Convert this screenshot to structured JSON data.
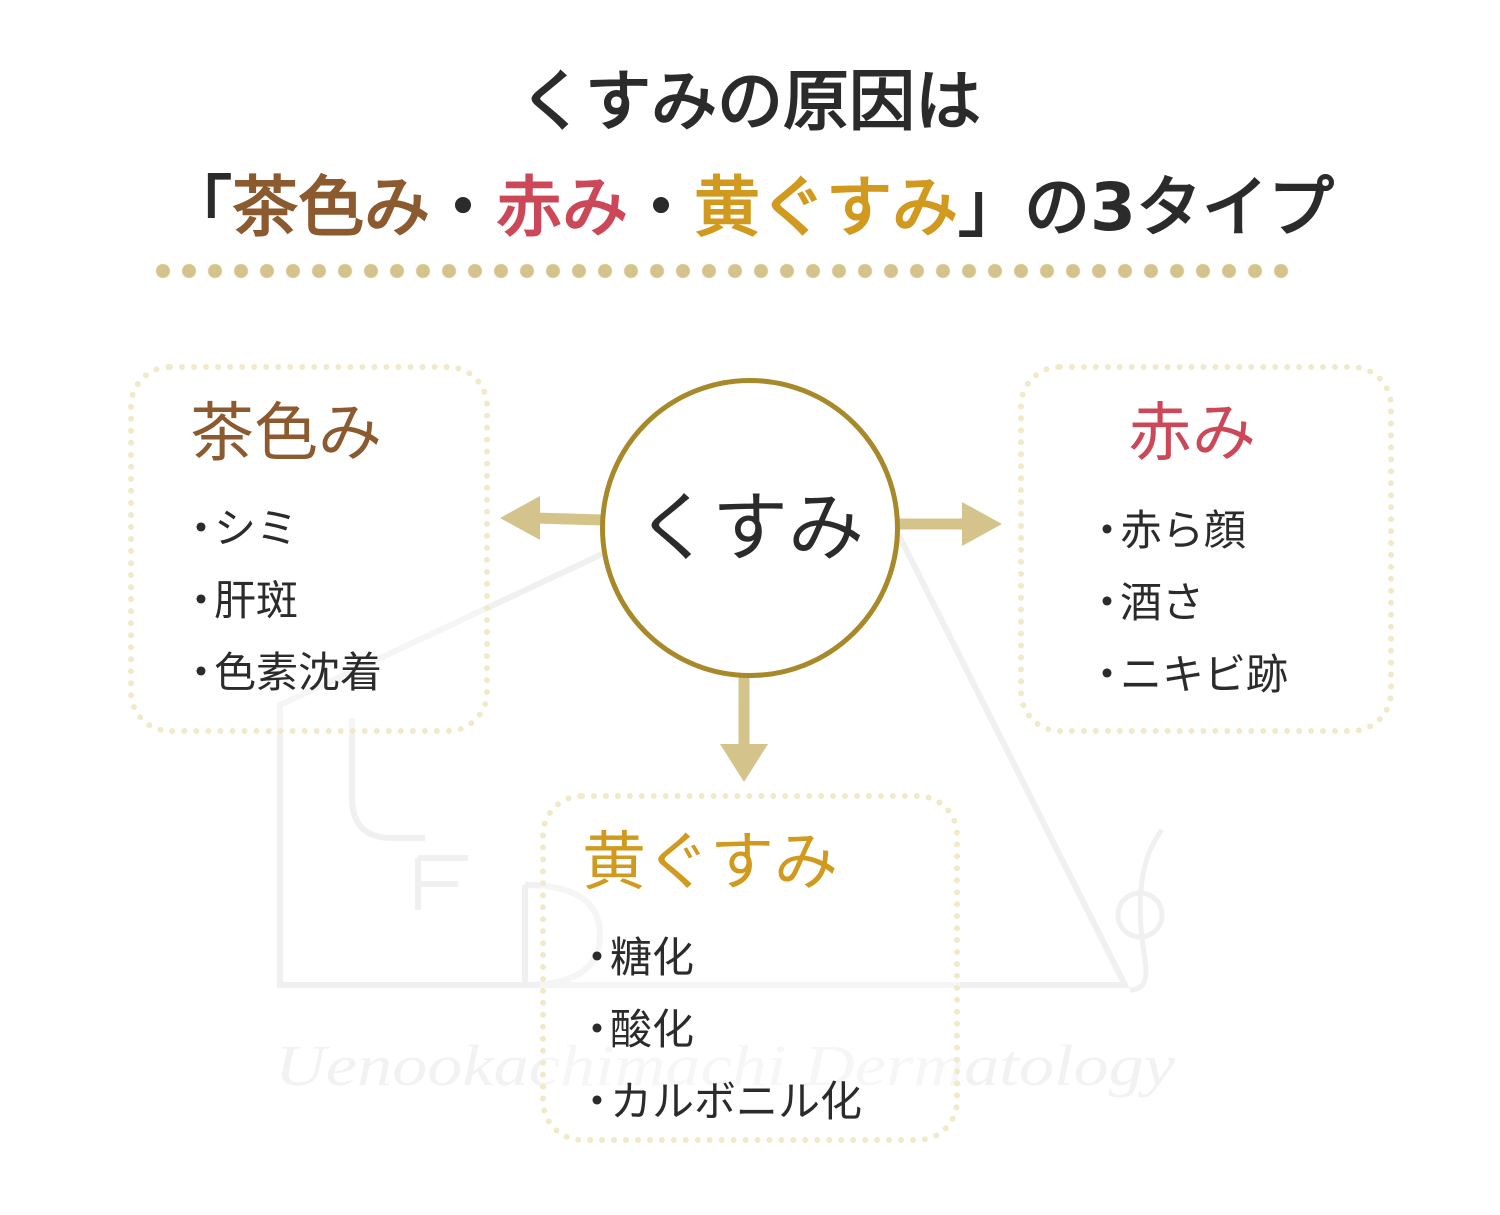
{
  "title": {
    "line1": "くすみの原因は",
    "open_bracket": "「",
    "type_brown": "茶色み",
    "sep1": "・",
    "type_red": "赤み",
    "sep2": "・",
    "type_yellow": "黄ぐすみ",
    "close_bracket": "」",
    "suffix": "の3タイプ"
  },
  "center": {
    "label": "くすみ"
  },
  "boxes": {
    "brown": {
      "heading": "茶色み",
      "items": [
        "シミ",
        "肝斑",
        "色素沈着"
      ]
    },
    "red": {
      "heading": "赤み",
      "items": [
        "赤ら顔",
        "酒さ",
        "ニキビ跡"
      ]
    },
    "yellow": {
      "heading": "黄ぐすみ",
      "items": [
        "糖化",
        "酸化",
        "カルボニル化"
      ]
    }
  },
  "bullet": "・",
  "watermark": {
    "text": "Uenookachimachi Dermatology",
    "letters": [
      "U",
      "F",
      "D"
    ]
  },
  "colors": {
    "brown": "#8c5a2f",
    "red": "#cc4859",
    "gold": "#d19a1e",
    "arrow": "#d4c48c",
    "circle_border": "#a8892a",
    "dots": "#d4c48c",
    "box_border": "#f0eac9",
    "text": "#2b2b2b"
  }
}
